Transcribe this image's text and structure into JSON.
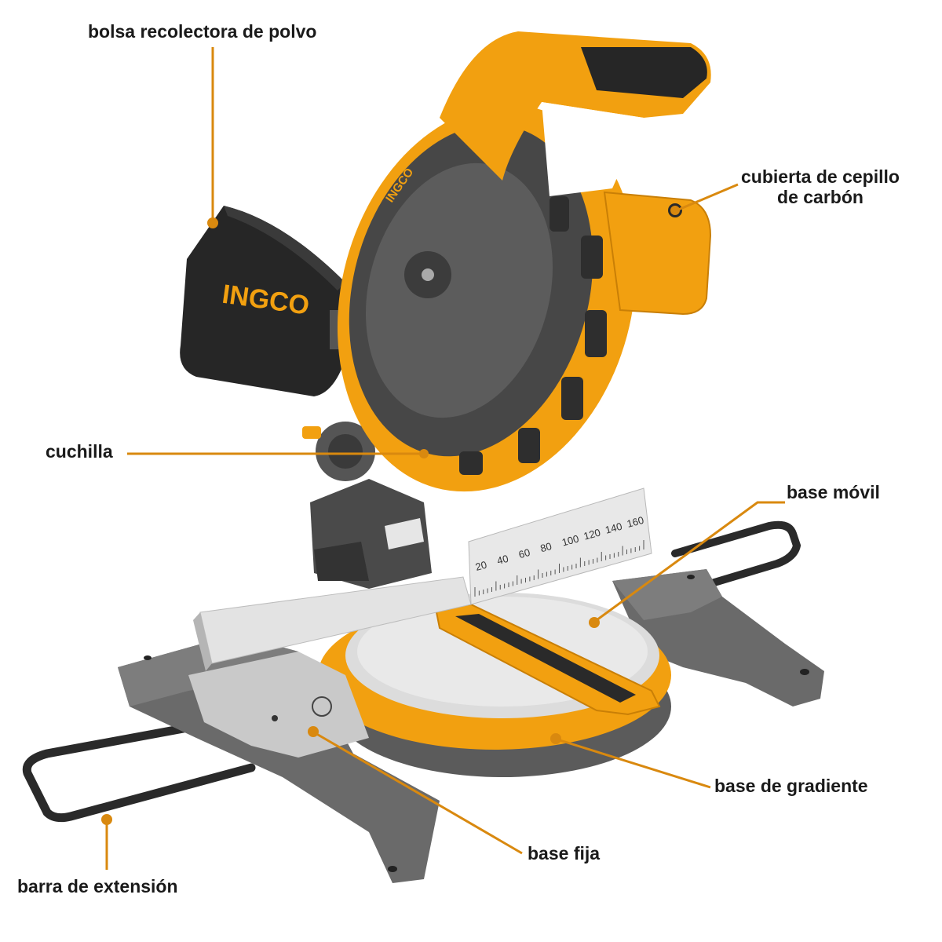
{
  "labels": {
    "dust_bag": "bolsa recolectora de polvo",
    "brush_cover_line1": "cubierta de cepillo",
    "brush_cover_line2": "de carbón",
    "blade": "cuchilla",
    "movable_base": "base móvil",
    "gradient_base": "base de gradiente",
    "fixed_base": "base fija",
    "extension_bar": "barra de extensión"
  },
  "brand": {
    "name": "INGCO"
  },
  "fence_scale": [
    "20",
    "40",
    "60",
    "80",
    "100",
    "120",
    "140",
    "160"
  ],
  "colors": {
    "tool_orange": "#f5a613",
    "body_grey": "#6b6b6b",
    "dark_grey": "#3a3a3a",
    "leader_line": "#d9890f",
    "text": "#1a1a1a"
  }
}
